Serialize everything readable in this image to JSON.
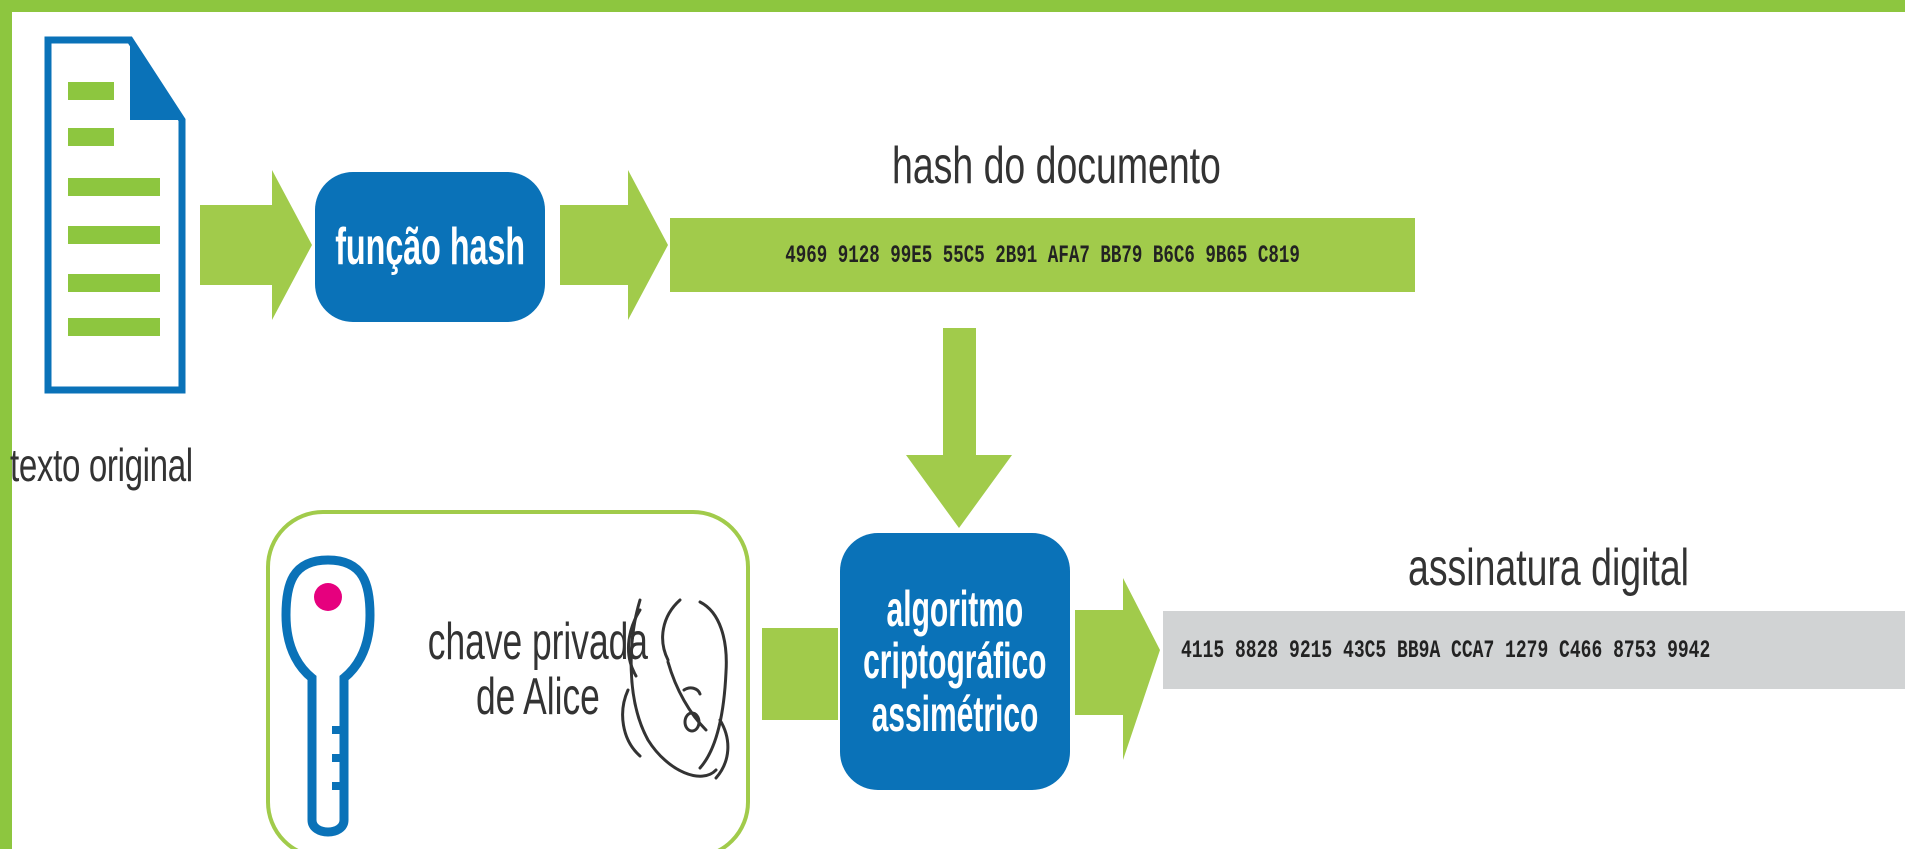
{
  "labels": {
    "original_text": "texto original",
    "hash_function": "função hash",
    "document_hash": "hash do documento",
    "document_hash_value": "4969 9128 99E5 55C5 2B91 AFA7 BB79 B6C6 9B65 C819",
    "private_key_line1": "chave privada",
    "private_key_line2": "de Alice",
    "algorithm_line1": "algoritmo",
    "algorithm_line2": "criptográfico",
    "algorithm_line3": "assimétrico",
    "digital_signature": "assinatura digital",
    "digital_signature_value": "4115 8828 9215 43C5 BB9A CCA7 1279 C466 8753 9942"
  },
  "colors": {
    "frame_green": "#8dc63f",
    "arrow_green": "#a1cb4b",
    "box_blue": "#0a72b8",
    "signature_gray": "#d1d3d4",
    "key_pink": "#e6007e"
  },
  "icons": [
    "document-icon",
    "key-icon",
    "alice-face-icon"
  ]
}
